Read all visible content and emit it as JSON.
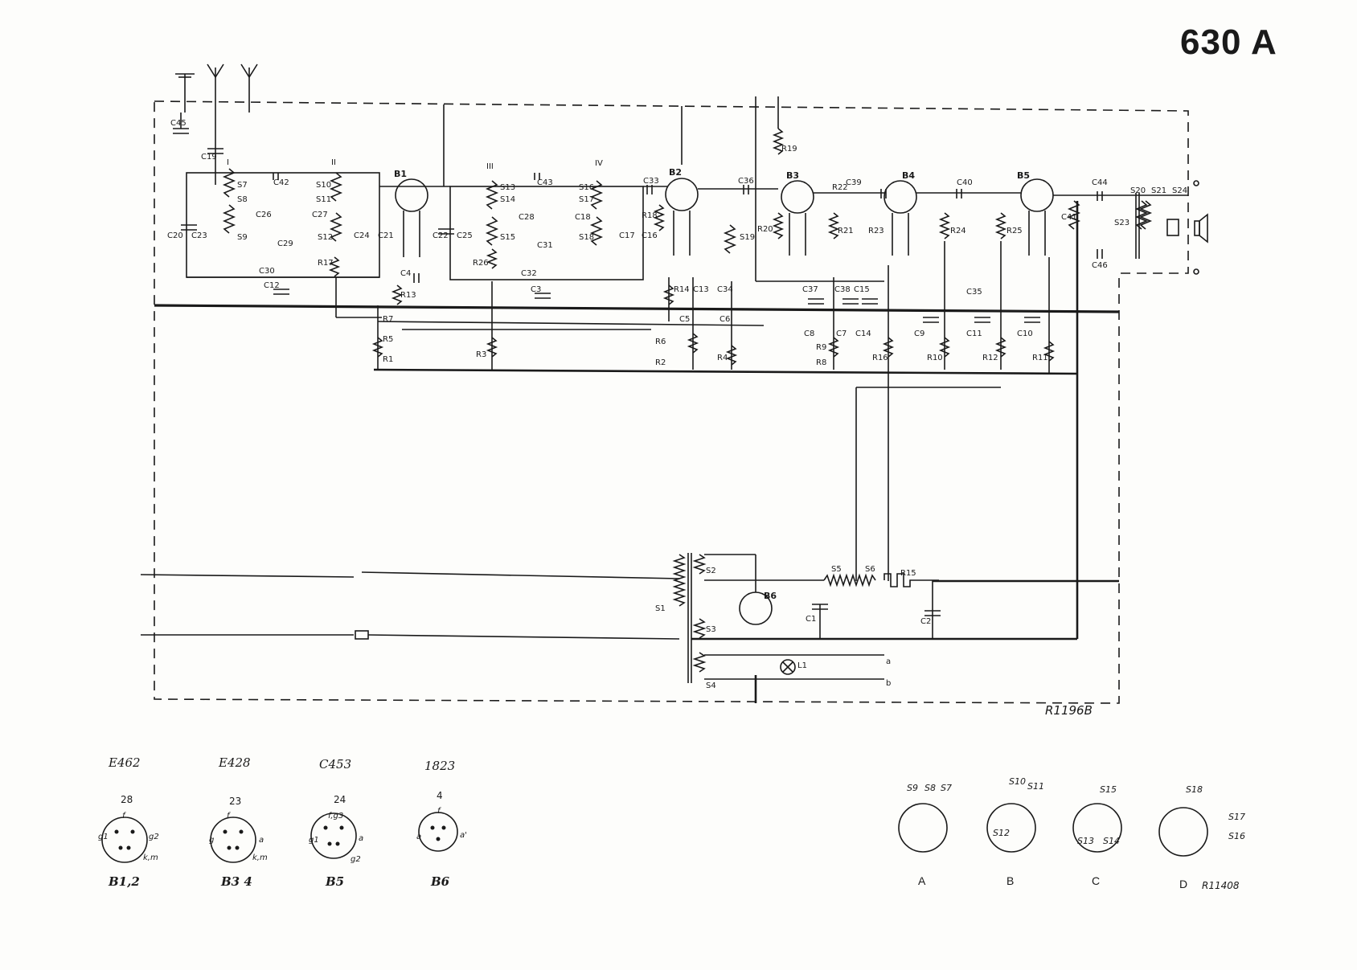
{
  "title": "630 A",
  "refs": {
    "main": "R1196B",
    "switches": "R11408"
  },
  "components": {
    "capacitors": [
      "C45",
      "C19",
      "C42",
      "C20",
      "C23",
      "C26",
      "C27",
      "C24",
      "C21",
      "C29",
      "C30",
      "C12",
      "C4",
      "C22",
      "C25",
      "C43",
      "C28",
      "C18",
      "C31",
      "C32",
      "C3",
      "C17",
      "C16",
      "C33",
      "C13",
      "C34",
      "C5",
      "C6",
      "C36",
      "C37",
      "C38",
      "C15",
      "C8",
      "C7",
      "C14",
      "C39",
      "C40",
      "C9",
      "C35",
      "C11",
      "C10",
      "C41",
      "C44",
      "C46",
      "C1",
      "C2"
    ],
    "resistors": [
      "R19",
      "R20",
      "R22",
      "R21",
      "R23",
      "R24",
      "R25",
      "R13",
      "R17",
      "R26",
      "R18",
      "R14",
      "R7",
      "R5",
      "R1",
      "R3",
      "R6",
      "R2",
      "R4",
      "R9",
      "R8",
      "R16",
      "R10",
      "R12",
      "R11",
      "R15"
    ],
    "coils": [
      "S7",
      "S8",
      "S9",
      "S10",
      "S11",
      "S12",
      "S13",
      "S14",
      "S15",
      "S16",
      "S17",
      "S18",
      "S19",
      "S20",
      "S21",
      "S23",
      "S24",
      "S1",
      "S2",
      "S3",
      "S4",
      "S5",
      "S6"
    ],
    "tubes": [
      "B1",
      "B2",
      "B3",
      "B4",
      "B5",
      "B6"
    ],
    "misc": [
      "L1",
      "a",
      "b",
      "I",
      "II",
      "III",
      "IV"
    ]
  },
  "tube_bases": [
    {
      "type": "E462",
      "base": "28",
      "name": "B1,2",
      "pins": [
        "f",
        "g1",
        "g2",
        "k,m"
      ]
    },
    {
      "type": "E428",
      "base": "23",
      "name": "B3 4",
      "pins": [
        "f",
        "g",
        "a",
        "k,m"
      ]
    },
    {
      "type": "C453",
      "base": "24",
      "name": "B5",
      "pins": [
        "f,g3",
        "g1",
        "a",
        "g2"
      ]
    },
    {
      "type": "1823",
      "base": "4",
      "name": "B6",
      "pins": [
        "f",
        "a",
        "a'"
      ]
    }
  ],
  "switch_views": [
    {
      "name": "A",
      "labels": [
        "S9",
        "S8",
        "S7"
      ]
    },
    {
      "name": "B",
      "labels": [
        "S10",
        "S11",
        "S12"
      ]
    },
    {
      "name": "C",
      "labels": [
        "S15",
        "S13",
        "S14"
      ]
    },
    {
      "name": "D",
      "labels": [
        "S18",
        "S17",
        "S16"
      ]
    }
  ]
}
